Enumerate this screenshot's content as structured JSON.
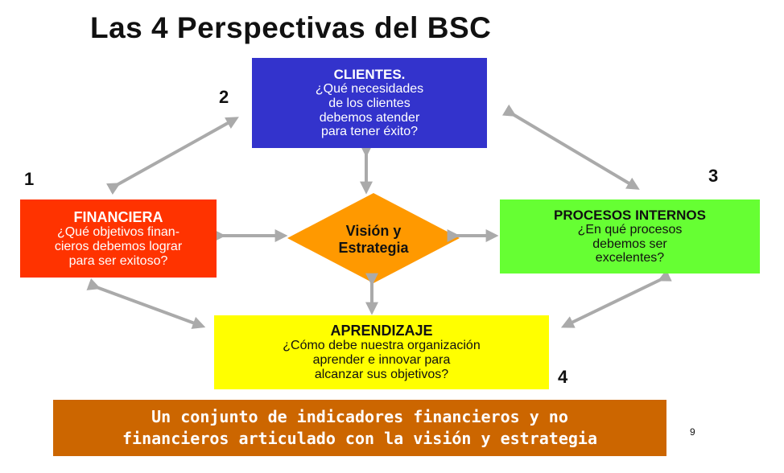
{
  "title": "Las 4 Perspectivas del BSC",
  "colors": {
    "clientes": "#3333cc",
    "financiera": "#ff3300",
    "procesos": "#66ff33",
    "aprendizaje": "#ffff00",
    "vision": "#ff9900",
    "footer": "#cc6600",
    "arrow": "#aaaaaa"
  },
  "perspectives": {
    "clientes": {
      "number": "2",
      "title": "CLIENTES.",
      "lines": [
        "¿Qué necesidades",
        "de los clientes",
        "debemos atender",
        "para tener éxito?"
      ]
    },
    "financiera": {
      "number": "1",
      "title": "FINANCIERA",
      "lines": [
        "¿Qué objetivos finan-",
        "cieros debemos lograr",
        "para ser exitoso?"
      ]
    },
    "procesos": {
      "number": "3",
      "title": "PROCESOS INTERNOS",
      "lines": [
        "¿En qué procesos",
        "debemos ser",
        "excelentes?"
      ]
    },
    "aprendizaje": {
      "number": "4",
      "title": "APRENDIZAJE",
      "lines": [
        "¿Cómo debe nuestra organización",
        "aprender e innovar para",
        "alcanzar sus objetivos?"
      ]
    }
  },
  "center": {
    "lines": [
      "Visión y",
      "Estrategia"
    ]
  },
  "footer": {
    "lines": [
      "Un conjunto de indicadores financieros y no",
      "financieros articulado con la visión y estrategia"
    ]
  },
  "page_number": "9"
}
